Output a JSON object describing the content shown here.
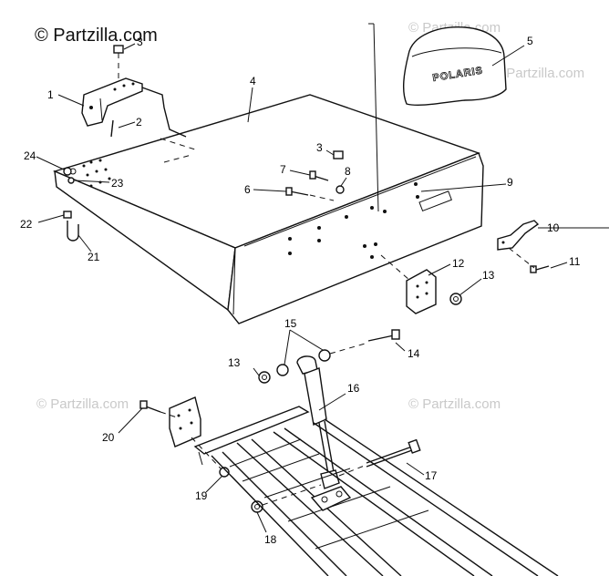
{
  "watermark": {
    "main": "© Partzilla.com",
    "faint": "© Partzilla.com"
  },
  "cover_logo": "POLARIS",
  "callouts": [
    {
      "id": "1",
      "label": "1"
    },
    {
      "id": "2",
      "label": "2"
    },
    {
      "id": "3a",
      "label": "3"
    },
    {
      "id": "3b",
      "label": "3"
    },
    {
      "id": "4",
      "label": "4"
    },
    {
      "id": "5",
      "label": "5"
    },
    {
      "id": "6",
      "label": "6"
    },
    {
      "id": "7",
      "label": "7"
    },
    {
      "id": "8",
      "label": "8"
    },
    {
      "id": "9",
      "label": "9"
    },
    {
      "id": "10",
      "label": "10"
    },
    {
      "id": "11",
      "label": "11"
    },
    {
      "id": "12",
      "label": "12"
    },
    {
      "id": "13a",
      "label": "13"
    },
    {
      "id": "13b",
      "label": "13"
    },
    {
      "id": "14",
      "label": "14"
    },
    {
      "id": "15",
      "label": "15"
    },
    {
      "id": "16",
      "label": "16"
    },
    {
      "id": "17",
      "label": "17"
    },
    {
      "id": "18",
      "label": "18"
    },
    {
      "id": "19",
      "label": "19"
    },
    {
      "id": "20",
      "label": "20"
    },
    {
      "id": "21",
      "label": "21"
    },
    {
      "id": "22",
      "label": "22"
    },
    {
      "id": "23",
      "label": "23"
    },
    {
      "id": "24",
      "label": "24"
    }
  ]
}
